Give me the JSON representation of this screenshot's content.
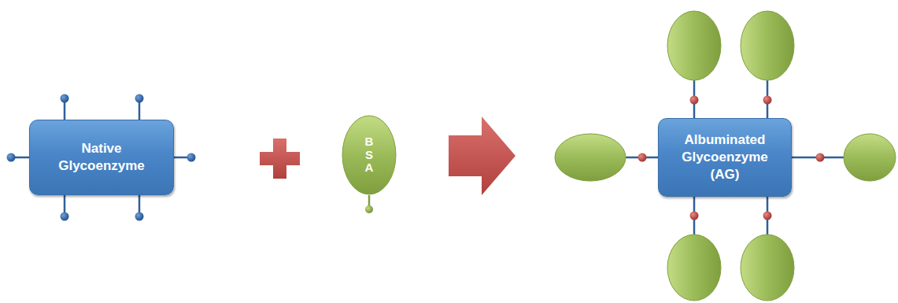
{
  "diagram": {
    "nodes": [
      {
        "text": [
          "Native Glycoenzyme"
        ]
      },
      {
        "text": [
          "B S A"
        ]
      },
      {
        "text": [
          "Albuminated Glycoenzyme (AG)"
        ]
      }
    ]
  }
}
